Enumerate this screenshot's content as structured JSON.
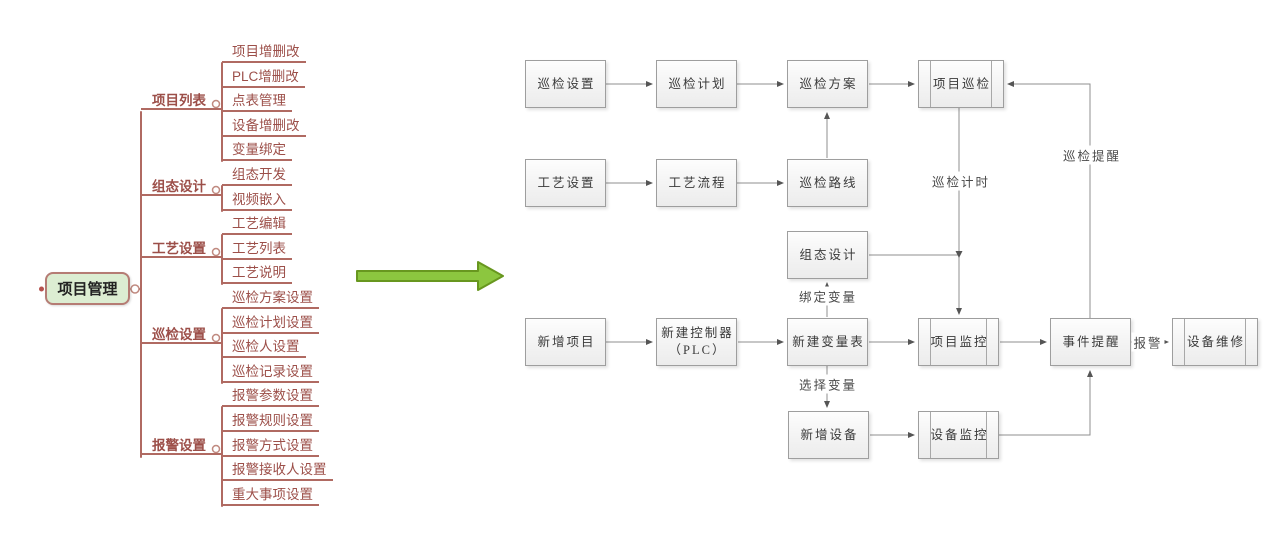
{
  "mindmap": {
    "root": "项目管理",
    "branches": [
      {
        "label": "项目列表",
        "children": [
          "项目增删改",
          "PLC增删改",
          "点表管理",
          "设备增删改",
          "变量绑定"
        ]
      },
      {
        "label": "组态设计",
        "children": [
          "组态开发",
          "视频嵌入"
        ]
      },
      {
        "label": "工艺设置",
        "children": [
          "工艺编辑",
          "工艺列表",
          "工艺说明"
        ]
      },
      {
        "label": "巡检设置",
        "children": [
          "巡检方案设置",
          "巡检计划设置",
          "巡检人设置",
          "巡检记录设置"
        ]
      },
      {
        "label": "报警设置",
        "children": [
          "报警参数设置",
          "报警规则设置",
          "报警方式设置",
          "报警接收人设置",
          "重大事项设置"
        ]
      }
    ]
  },
  "icons": {
    "transform_arrow": "thick-right-arrow",
    "collapse_handle": "small-circle"
  },
  "flowchart": {
    "nodes": [
      {
        "label": "巡检设置",
        "shape": "rect"
      },
      {
        "label": "巡检计划",
        "shape": "rect"
      },
      {
        "label": "巡检方案",
        "shape": "rect"
      },
      {
        "label": "项目巡检",
        "shape": "process"
      },
      {
        "label": "工艺设置",
        "shape": "rect"
      },
      {
        "label": "工艺流程",
        "shape": "rect"
      },
      {
        "label": "巡检路线",
        "shape": "rect"
      },
      {
        "label": "组态设计",
        "shape": "rect"
      },
      {
        "label": "新增项目",
        "shape": "rect"
      },
      {
        "label": "新建控制器",
        "label2": "（PLC）",
        "shape": "rect"
      },
      {
        "label": "新建变量表",
        "shape": "rect"
      },
      {
        "label": "项目监控",
        "shape": "process"
      },
      {
        "label": "事件提醒",
        "shape": "rect"
      },
      {
        "label": "设备维修",
        "shape": "process"
      },
      {
        "label": "新增设备",
        "shape": "rect"
      },
      {
        "label": "设备监控",
        "shape": "process"
      }
    ],
    "edge_labels": {
      "bind_variable": "绑定变量",
      "select_variable": "选择变量",
      "patrol_timing": "巡检计时",
      "patrol_remind": "巡检提醒",
      "alarm": "报警"
    }
  },
  "colors": {
    "mindmap_line": "#b06a62",
    "mindmap_text": "#9c4f49",
    "root_fill": "#dcedd2",
    "root_border": "#b57c74",
    "arrow_green_fill": "#8cc63f",
    "arrow_green_border": "#68971f",
    "flow_box_border": "#9e9e9e",
    "connector_gray": "#8f8f8f"
  }
}
